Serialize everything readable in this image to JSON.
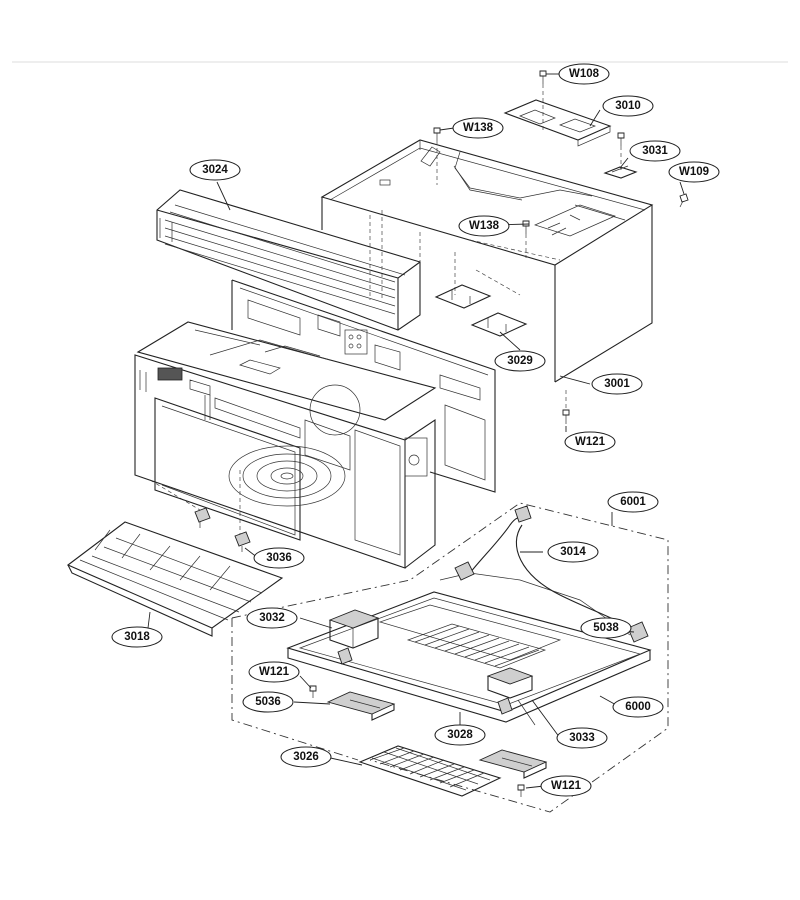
{
  "callouts": [
    {
      "id": "W108",
      "text": "W108"
    },
    {
      "id": "3010",
      "text": "3010"
    },
    {
      "id": "W138a",
      "text": "W138"
    },
    {
      "id": "3031",
      "text": "3031"
    },
    {
      "id": "W109",
      "text": "W109"
    },
    {
      "id": "3024",
      "text": "3024"
    },
    {
      "id": "W138b",
      "text": "W138"
    },
    {
      "id": "3029",
      "text": "3029"
    },
    {
      "id": "3001",
      "text": "3001"
    },
    {
      "id": "W121a",
      "text": "W121"
    },
    {
      "id": "6001",
      "text": "6001"
    },
    {
      "id": "3014",
      "text": "3014"
    },
    {
      "id": "3036",
      "text": "3036"
    },
    {
      "id": "3032",
      "text": "3032"
    },
    {
      "id": "5038",
      "text": "5038"
    },
    {
      "id": "3018",
      "text": "3018"
    },
    {
      "id": "W121b",
      "text": "W121"
    },
    {
      "id": "5036",
      "text": "5036"
    },
    {
      "id": "6000",
      "text": "6000"
    },
    {
      "id": "3028",
      "text": "3028"
    },
    {
      "id": "3033",
      "text": "3033"
    },
    {
      "id": "3026",
      "text": "3026"
    },
    {
      "id": "W121c",
      "text": "W121"
    }
  ]
}
